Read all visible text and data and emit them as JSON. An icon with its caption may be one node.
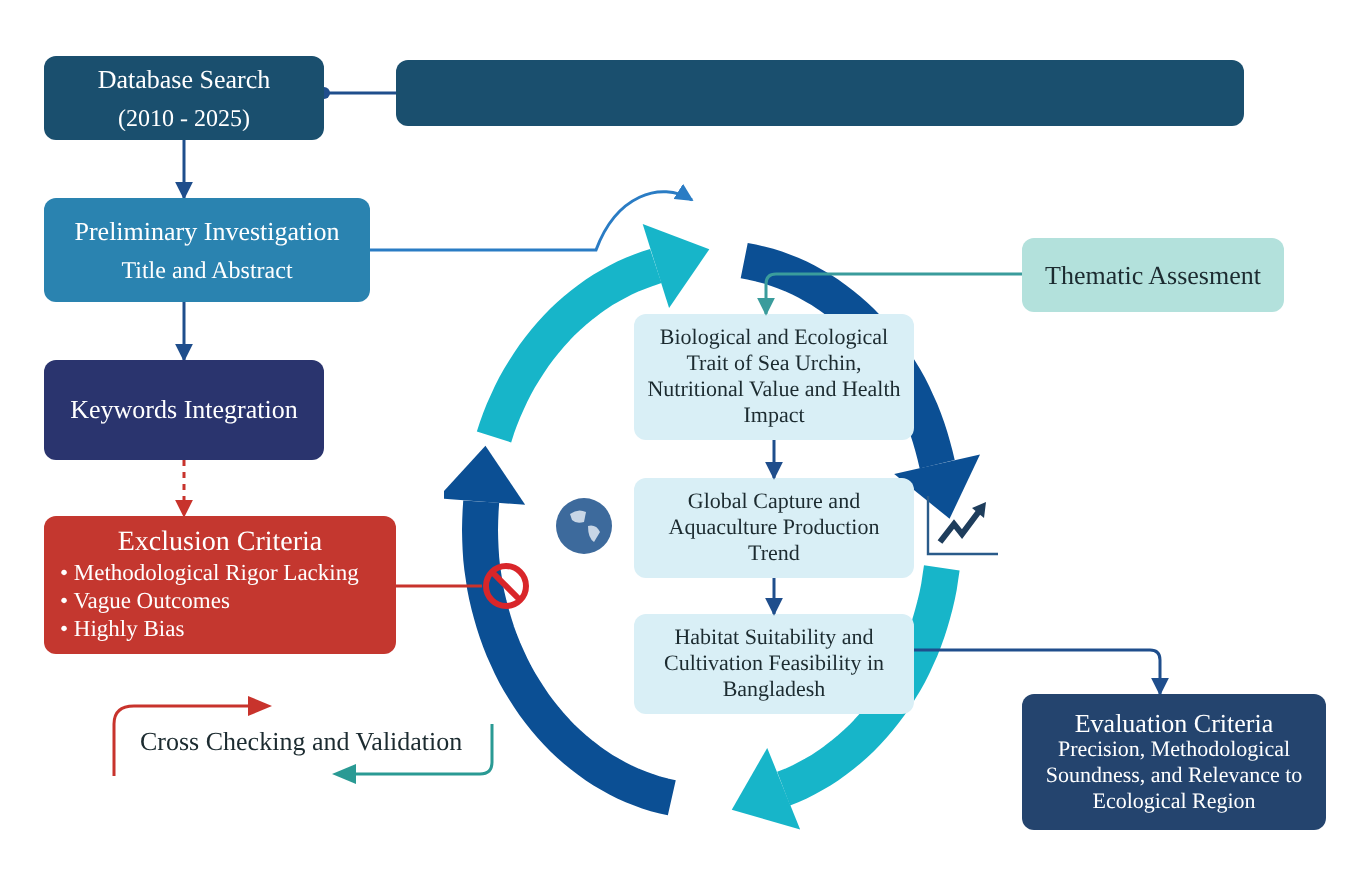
{
  "diagram": {
    "nodes": [
      {
        "text": [
          "Database Search",
          "(2010 - 2025)"
        ]
      },
      {
        "text": [],
        "shape": "box"
      },
      {
        "text": [
          "Preliminary Investigation",
          "Title and Abstract"
        ]
      },
      {
        "text": [
          "Keywords Integration"
        ]
      },
      {
        "text": [
          "Exclusion Criteria",
          "• Methodological Rigor Lacking",
          "• Vague Outcomes",
          "• Highly Bias"
        ]
      },
      {
        "text": [
          "Thematic Assesment"
        ]
      },
      {
        "text": [],
        "shape": "circle"
      },
      {
        "text": [
          "Biological and Ecological Trait of Sea Urchin, Nutritional Value and Health Impact"
        ],
        "in": 6
      },
      {
        "text": [
          "Global Capture and Aquaculture Production Trend"
        ],
        "in": 6
      },
      {
        "text": [
          "Habitat Suitability and Cultivation Feasibility in Bangladesh"
        ],
        "in": 6
      },
      {
        "text": [
          "Evaluation Criteria",
          "Precision, Methodological Soundness, and Relevance to Ecological Region"
        ]
      },
      {
        "text": [],
        "shape": "circle",
        "in": 6
      }
    ],
    "edges": [
      {
        "from": 0,
        "to": 1,
        "arrow": "other"
      },
      {
        "from": 0,
        "to": 2,
        "arrow": "to"
      },
      {
        "from": 2,
        "to": 3,
        "arrow": "to"
      },
      {
        "from": 3,
        "to": 4,
        "arrow": "to",
        "style": "dashed",
        "color": "#c8332c"
      },
      {
        "from": 2,
        "to": 6,
        "arrow": "to",
        "color": "#2a7cc4"
      },
      {
        "from": 5,
        "to": 7,
        "arrow": "to",
        "color": "#3a9c9c"
      },
      {
        "from": 7,
        "to": 8,
        "arrow": "to"
      },
      {
        "from": 8,
        "to": 9,
        "arrow": "to"
      },
      {
        "from": 9,
        "to": 10,
        "arrow": "to"
      },
      {
        "from": 4,
        "to": 11,
        "arrow": "none",
        "color": "#c8332c"
      }
    ],
    "labels": [
      "Cross Checking and Validation"
    ]
  }
}
